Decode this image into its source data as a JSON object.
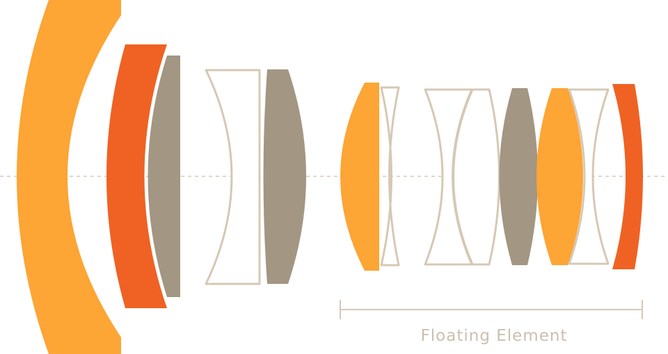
{
  "colors": {
    "aspherical": "#fda535",
    "ed_glass": "#ef6223",
    "hr_glass": "#a39682",
    "standard_glass": "#d6c8b5",
    "axis": "#d6c8b5",
    "label": "#cbbfae",
    "background": "#ffffff"
  },
  "lens_elements": [
    {
      "id": "element-1",
      "glass": "aspherical",
      "shape": "meniscus",
      "fill": "solid"
    },
    {
      "id": "element-2",
      "glass": "ed_glass",
      "shape": "meniscus",
      "fill": "solid"
    },
    {
      "id": "element-3",
      "glass": "hr_glass",
      "shape": "plano-convex",
      "fill": "solid"
    },
    {
      "id": "element-4",
      "glass": "standard_glass",
      "shape": "plano-concave",
      "fill": "outline"
    },
    {
      "id": "element-5",
      "glass": "hr_glass",
      "shape": "biconvex",
      "fill": "solid"
    },
    {
      "id": "element-6",
      "glass": "aspherical",
      "shape": "plano-convex",
      "fill": "solid"
    },
    {
      "id": "element-7",
      "glass": "standard_glass",
      "shape": "meniscus",
      "fill": "outline"
    },
    {
      "id": "element-8",
      "glass": "standard_glass",
      "shape": "concave",
      "fill": "outline"
    },
    {
      "id": "element-9",
      "glass": "standard_glass",
      "shape": "convex",
      "fill": "outline"
    },
    {
      "id": "element-10",
      "glass": "hr_glass",
      "shape": "biconvex",
      "fill": "solid"
    },
    {
      "id": "element-11",
      "glass": "aspherical",
      "shape": "biconvex",
      "fill": "solid"
    },
    {
      "id": "element-12",
      "glass": "standard_glass",
      "shape": "biconcave",
      "fill": "outline"
    },
    {
      "id": "element-13",
      "glass": "ed_glass",
      "shape": "meniscus",
      "fill": "solid"
    }
  ],
  "floating_group": {
    "label": "Floating Element"
  }
}
